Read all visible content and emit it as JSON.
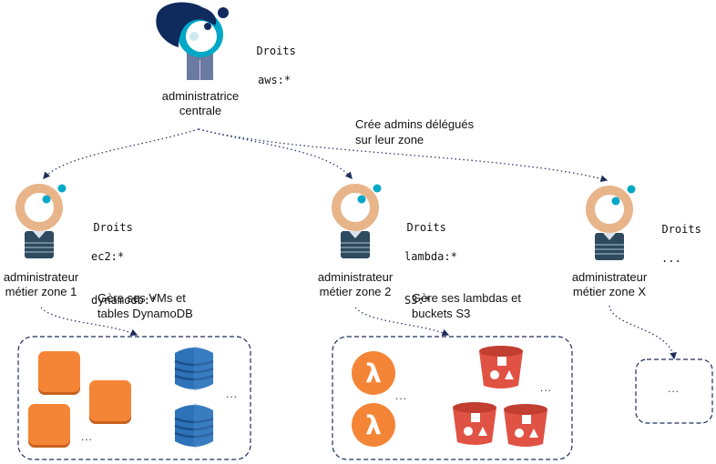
{
  "central_admin": {
    "label_line1": "administratrice",
    "label_line2": "centrale",
    "rights_title": "Droits",
    "rights": [
      "aws:*"
    ]
  },
  "delegation_note": {
    "line1": "Crée admins délégués",
    "line2": "sur leur zone"
  },
  "zone_admins": [
    {
      "label_line1": "administrateur",
      "label_line2": "métier zone 1",
      "rights_title": "Droits",
      "rights": [
        "ec2:*",
        "dynamodb:*"
      ],
      "note_line1": "Gère ses VMs et",
      "note_line2": "tables DynamoDB",
      "resources": [
        "ec2-instance-icon",
        "dynamodb-table-icon"
      ],
      "ellipsis": "..."
    },
    {
      "label_line1": "administrateur",
      "label_line2": "métier zone 2",
      "rights_title": "Droits",
      "rights": [
        "lambda:*",
        "S3:*"
      ],
      "note_line1": "Gère ses lambdas et",
      "note_line2": "buckets S3",
      "resources": [
        "lambda-function-icon",
        "s3-bucket-icon"
      ],
      "ellipsis": "..."
    },
    {
      "label_line1": "administrateur",
      "label_line2": "métier zone X",
      "rights_title": "Droits",
      "rights": [
        "..."
      ],
      "ellipsis": "..."
    }
  ],
  "colors": {
    "connector": "#1f2d5a",
    "ec2": "#f58536",
    "dynamodb": "#2e73b8",
    "lambda": "#f58536",
    "s3": "#e05243",
    "skin": "#e8b48a",
    "accent": "#00a8c6",
    "navy": "#0f2a5c"
  }
}
